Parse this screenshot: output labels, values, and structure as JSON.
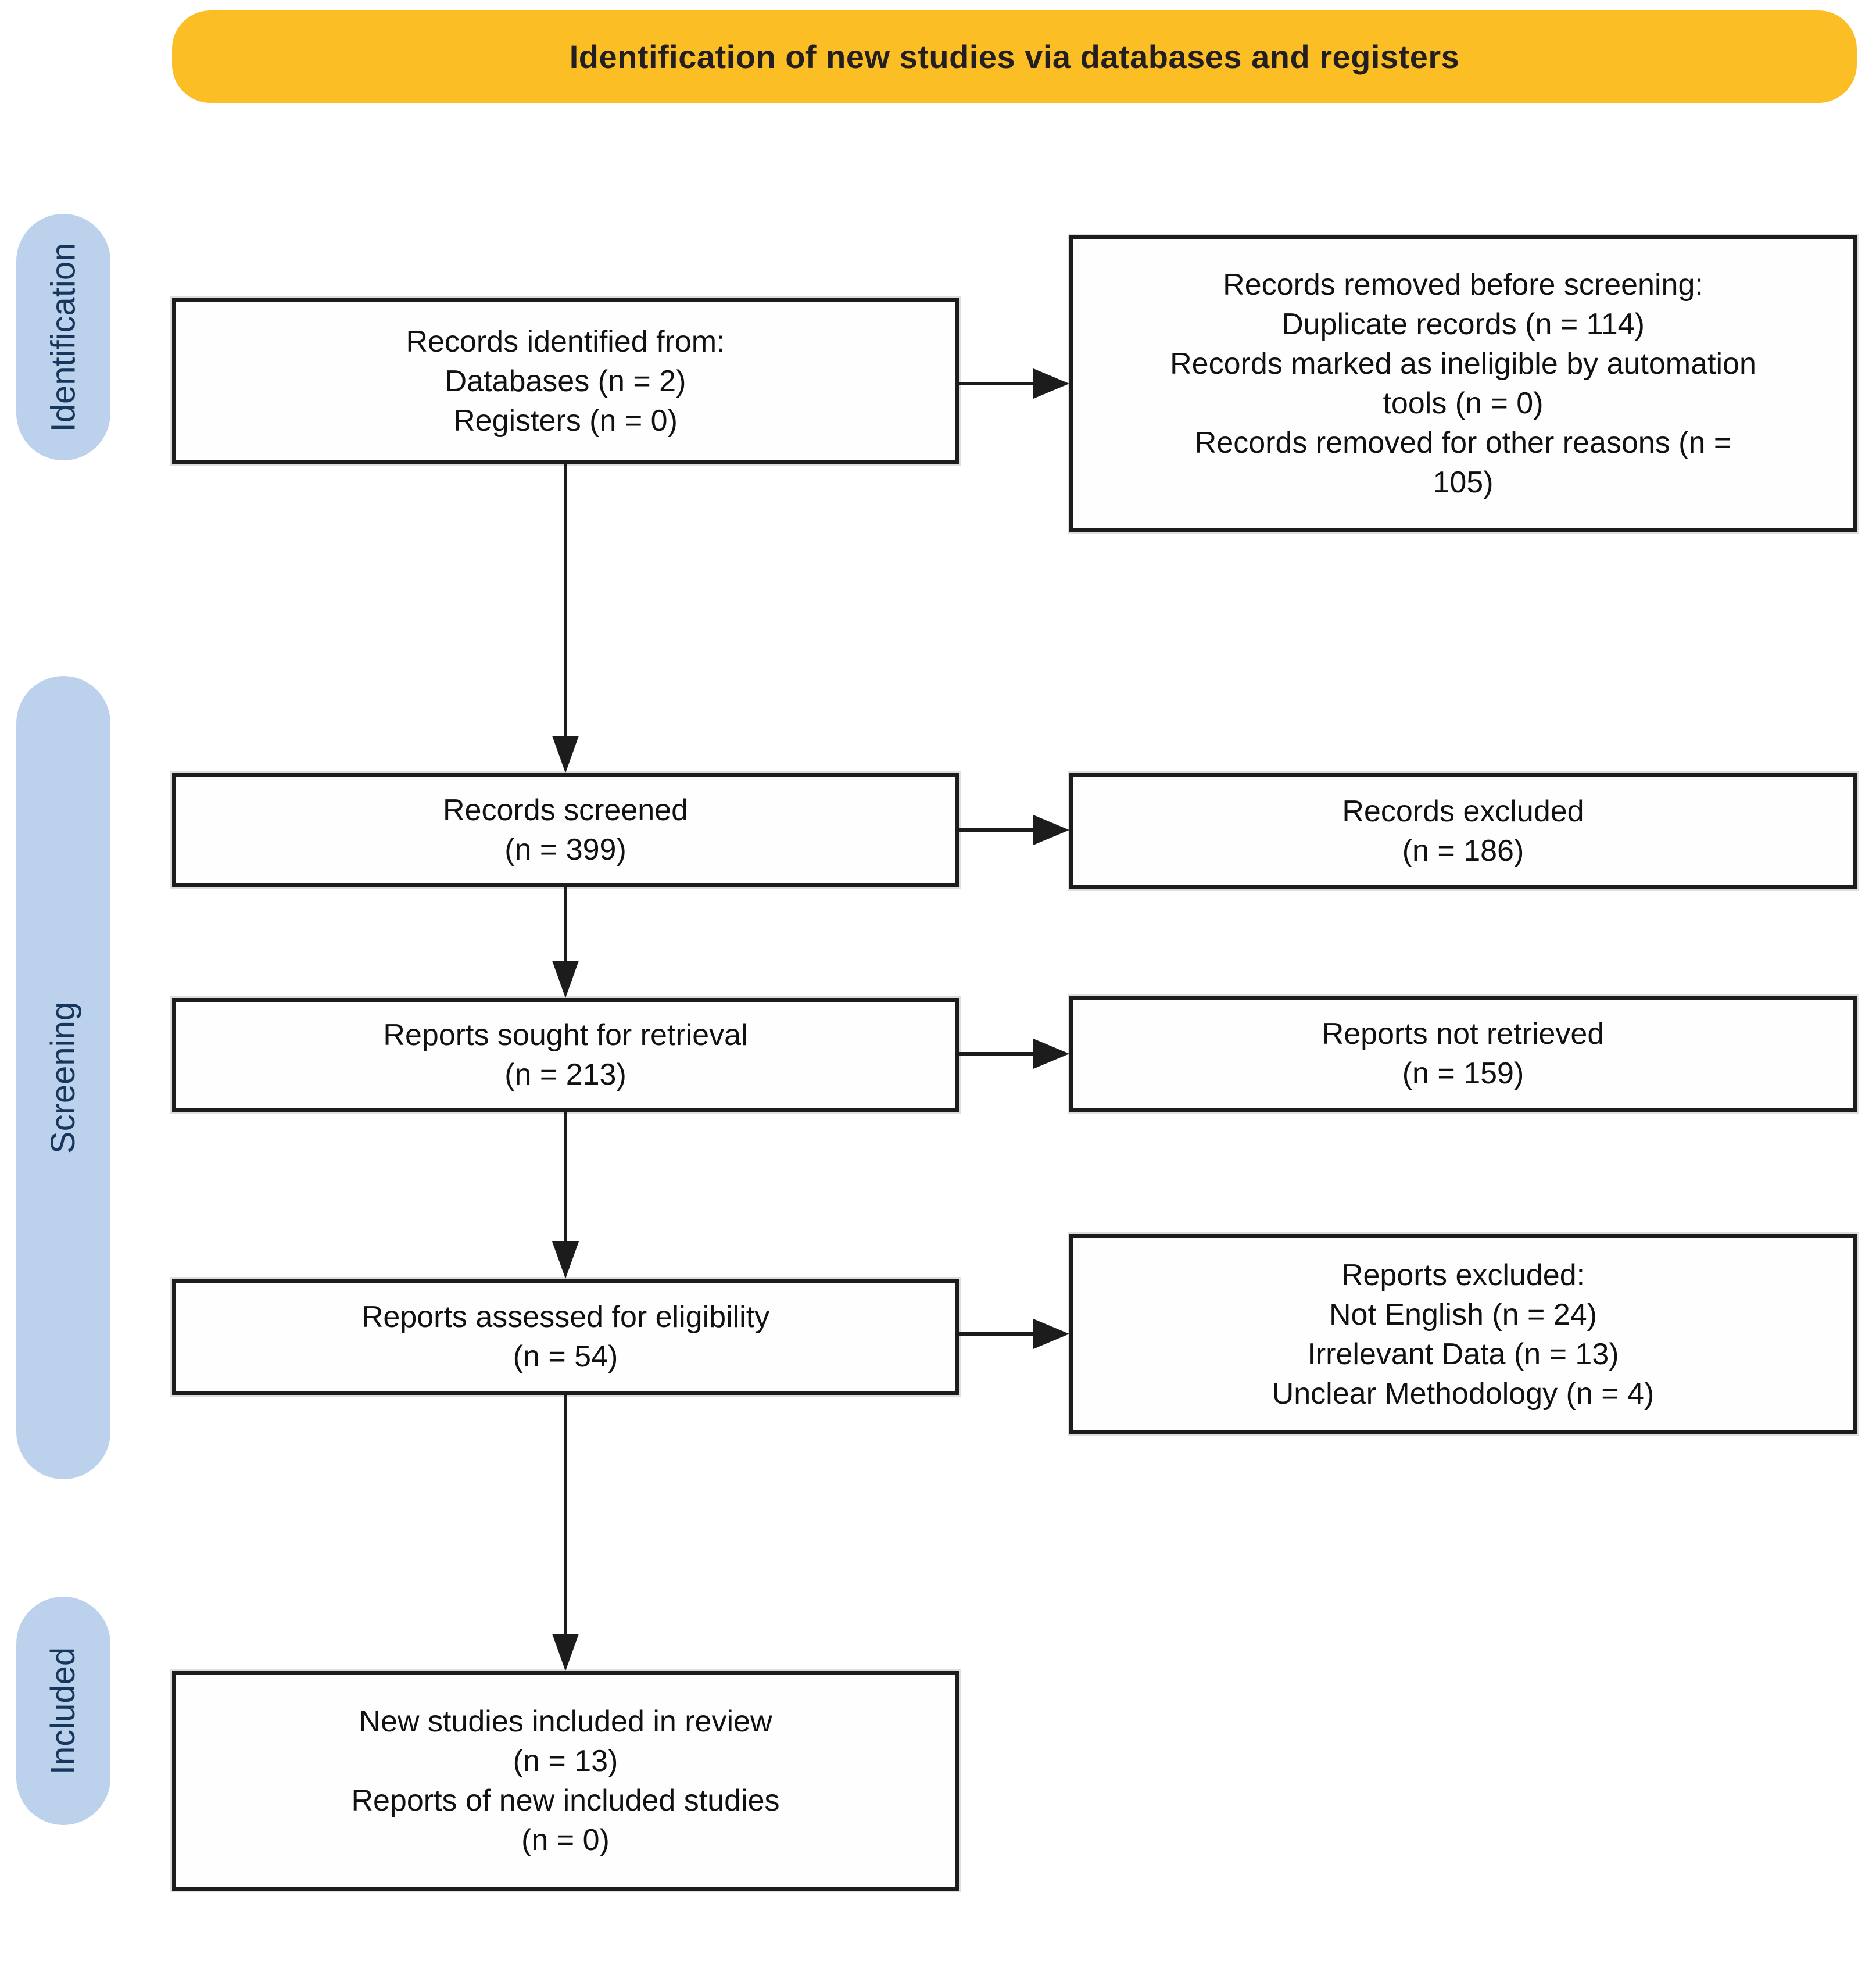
{
  "banner": {
    "title": "Identification of new studies via databases and registers"
  },
  "sidebar": {
    "stages": [
      {
        "label": "Identification"
      },
      {
        "label": "Screening"
      },
      {
        "label": "Included"
      }
    ]
  },
  "flow": {
    "identified": {
      "lines": [
        "Records identified from:",
        "Databases (n = 2)",
        "Registers (n = 0)"
      ]
    },
    "removed_before_screening": {
      "lines": [
        "Records removed before screening:",
        "Duplicate records (n = 114)",
        "Records marked as ineligible by automation",
        "tools (n = 0)",
        "Records removed for other reasons (n =",
        "105)"
      ]
    },
    "screened": {
      "lines": [
        "Records screened",
        "(n = 399)"
      ]
    },
    "records_excluded": {
      "lines": [
        "Records excluded",
        "(n = 186)"
      ]
    },
    "sought_for_retrieval": {
      "lines": [
        "Reports sought for retrieval",
        "(n = 213)"
      ]
    },
    "not_retrieved": {
      "lines": [
        "Reports not retrieved",
        "(n = 159)"
      ]
    },
    "assessed_for_eligibility": {
      "lines": [
        "Reports assessed for eligibility",
        "(n = 54)"
      ]
    },
    "reports_excluded": {
      "lines": [
        "Reports excluded:",
        "Not English (n =  24)",
        "Irrelevant Data (n =  13)",
        "Unclear Methodology (n =  4)"
      ]
    },
    "included_in_review": {
      "lines": [
        "New studies included in review",
        "(n = 13)",
        "Reports of new included studies",
        "(n = 0)"
      ]
    }
  },
  "colors": {
    "banner_bg": "#FCBE25",
    "stage_pill_bg": "#BCD2EC",
    "stage_pill_text": "#17365D",
    "box_border": "#1C1C1C",
    "arrow": "#1C1C1C",
    "background": "#FFFFFF"
  }
}
